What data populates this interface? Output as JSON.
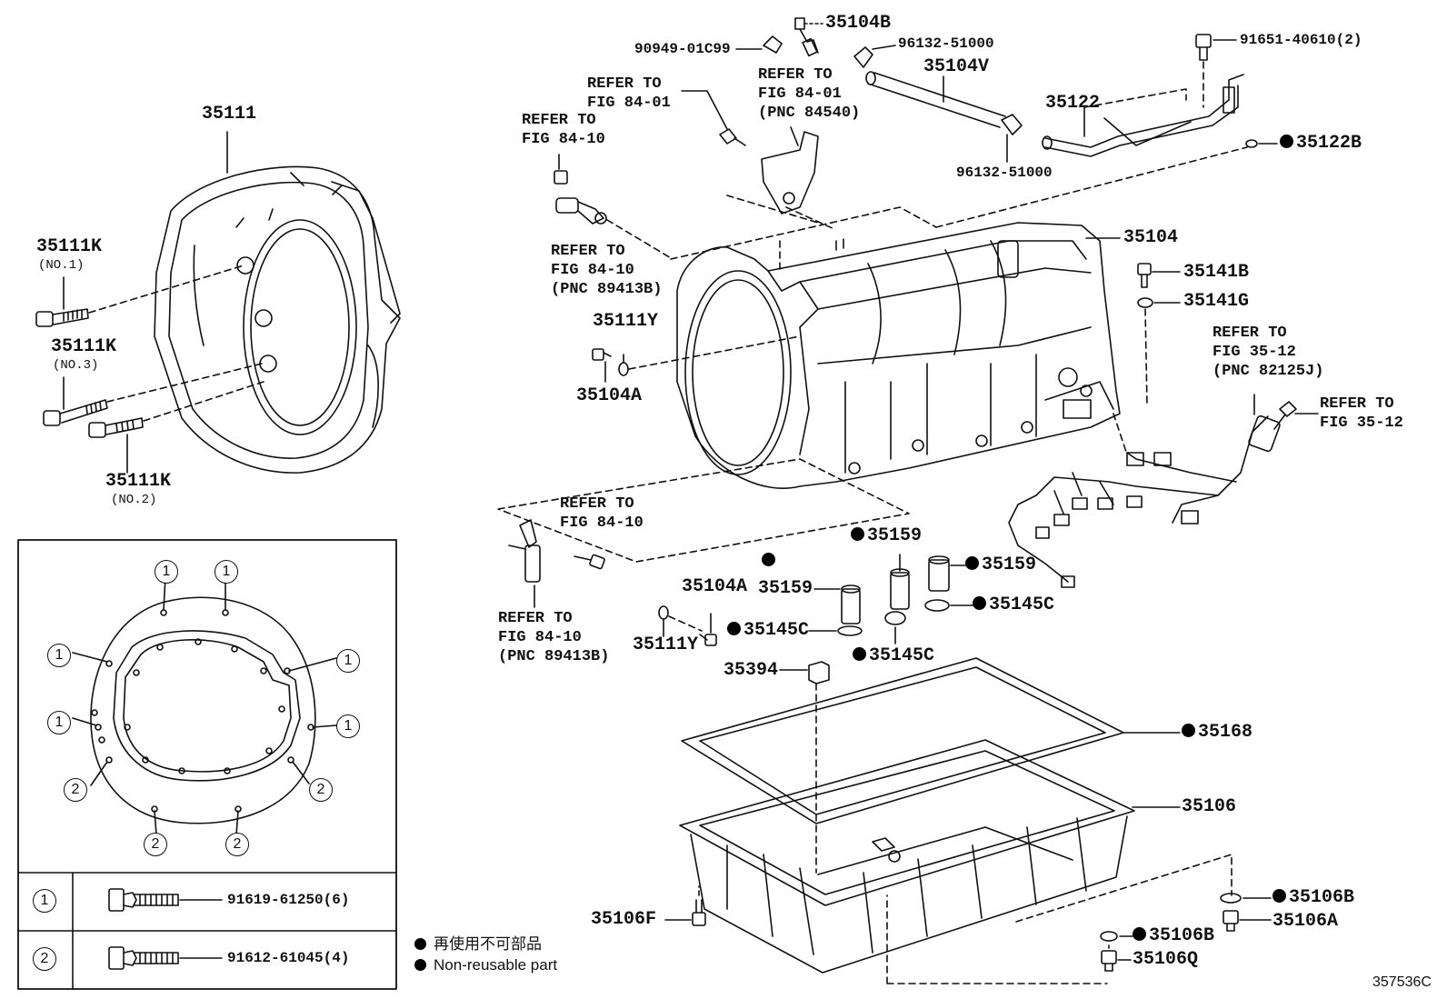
{
  "diagram_id": "357536C",
  "labels": {
    "p35111": "35111",
    "p35111K_1": "35111K",
    "p35111K_1_sub": "(NO.1)",
    "p35111K_3": "35111K",
    "p35111K_3_sub": "(NO.3)",
    "p35111K_2": "35111K",
    "p35111K_2_sub": "(NO.2)",
    "p35104B": "35104B",
    "p90949": "90949-01C99",
    "p96132_top": "96132-51000",
    "p35104V": "35104V",
    "p96132_bot": "96132-51000",
    "p91651": "91651-40610(2)",
    "p35122": "35122",
    "p35122B": "35122B",
    "p35104": "35104",
    "p35141B": "35141B",
    "p35141G": "35141G",
    "p35111Y_a": "35111Y",
    "p35104A_a": "35104A",
    "p35104A_b": "35104A",
    "p35111Y_b": "35111Y",
    "p35159_a": "35159",
    "p35159_b": "35159",
    "p35159_c": "35159",
    "p35145C_a": "35145C",
    "p35145C_b": "35145C",
    "p35145C_c": "35145C",
    "p35394": "35394",
    "p35168": "35168",
    "p35106": "35106",
    "p35106F": "35106F",
    "p35106B_a": "35106B",
    "p35106A": "35106A",
    "p35106B_b": "35106B",
    "p35106Q": "35106Q"
  },
  "refs": {
    "ref1": "REFER TO\nFIG 84-01",
    "ref2": "REFER TO\nFIG 84-01\n(PNC 84540)",
    "ref3": "REFER TO\nFIG 84-10",
    "ref4": "REFER TO\nFIG 84-10\n(PNC 89413B)",
    "ref5": "REFER TO\nFIG 35-12\n(PNC 82125J)",
    "ref6": "REFER TO\nFIG 35-12",
    "ref7": "REFER TO\nFIG 84-10",
    "ref8": "REFER TO\nFIG 84-10\n(PNC 89413B)"
  },
  "inset": {
    "callout_1": "1",
    "callout_2": "2",
    "table": [
      {
        "mark": "1",
        "part": "91619-61250(6)"
      },
      {
        "mark": "2",
        "part": "91612-61045(4)"
      }
    ]
  },
  "legend": {
    "jp": "再使用不可部品",
    "en": "Non-reusable part"
  }
}
